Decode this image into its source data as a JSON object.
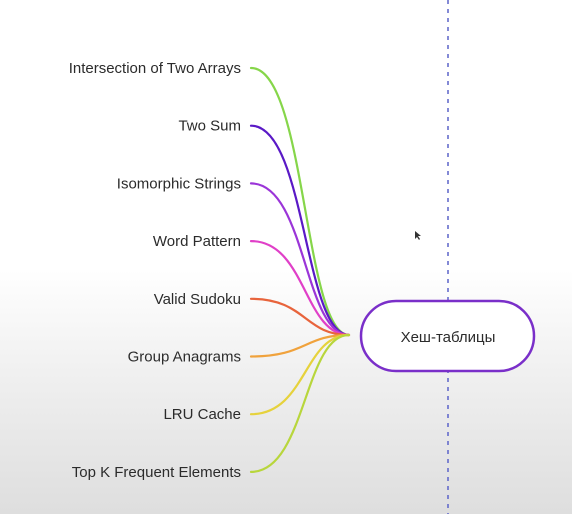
{
  "mindmap": {
    "root": {
      "label": "Хеш-таблицы",
      "border_color": "#7a2fc9"
    },
    "branches": [
      {
        "label": "Intersection of Two Arrays",
        "color": "#86d64a"
      },
      {
        "label": "Two Sum",
        "color": "#5a19c6"
      },
      {
        "label": "Isomorphic Strings",
        "color": "#9b35d8"
      },
      {
        "label": "Word Pattern",
        "color": "#e040c8"
      },
      {
        "label": "Valid Sudoku",
        "color": "#e8643c"
      },
      {
        "label": "Group Anagrams",
        "color": "#f0a23c"
      },
      {
        "label": "LRU Cache",
        "color": "#e6d23c"
      },
      {
        "label": "Top K Frequent Elements",
        "color": "#b8d63c"
      }
    ],
    "divider_color": "#5b63c9"
  }
}
